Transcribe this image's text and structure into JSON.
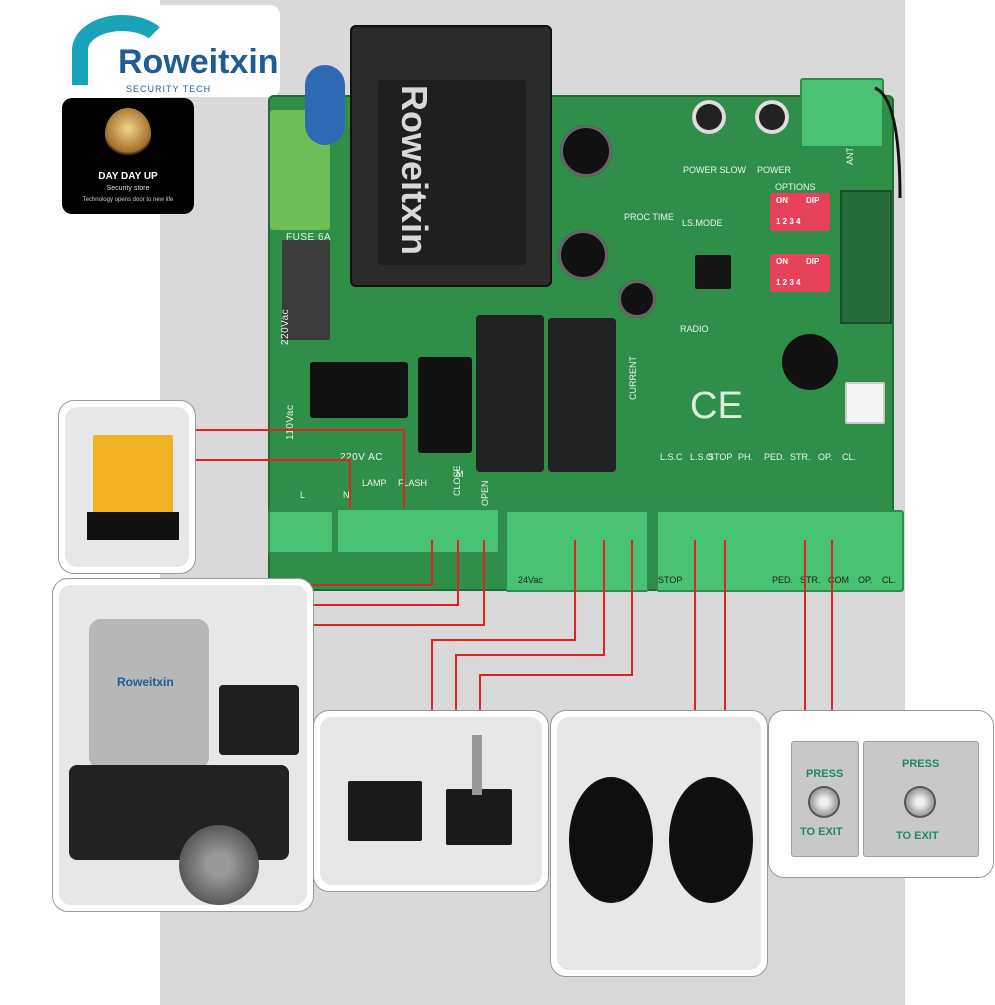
{
  "logo": {
    "brand": "Roweitxin",
    "tagline": "SECURITY TECH"
  },
  "store_logo": {
    "title": "DAY DAY UP",
    "subtitle": "Security store",
    "motto": "Technology opens door to new life"
  },
  "transformer": {
    "brand": "Roweitxin"
  },
  "pcb_labels": {
    "power_slow": "POWER SLOW",
    "power": "POWER",
    "options": "OPTIONS",
    "proc_time": "PROC TIME",
    "ls_mode": "LS.MODE",
    "radio": "RADIO",
    "current": "CURRENT",
    "fuse": "FUSE 6A",
    "voltage": "220Vac",
    "alt_voltage": "110Vac",
    "ant": "ANT",
    "l": "L",
    "n": "N",
    "lamp": "LAMP",
    "flash": "FLASH",
    "supply_220": "220V AC",
    "m": "M",
    "close": "CLOSE",
    "open": "OPEN",
    "lsc": "L.S.C",
    "lso": "L.S.O",
    "stop": "STOP",
    "ph": "PH.",
    "ped": "PED.",
    "str": "STR.",
    "op": "OP.",
    "cl": "CL.",
    "com": "COM",
    "twentyfour_vac": "24Vac",
    "dip_on": "ON",
    "dip_text": "DIP",
    "dip_numbers": "1 2 3 4"
  },
  "exit_buttons": {
    "small_press": "PRESS",
    "small_exit": "TO EXIT",
    "large_press": "PRESS",
    "large_exit": "TO EXIT"
  },
  "motor_logo": "Roweitxin"
}
